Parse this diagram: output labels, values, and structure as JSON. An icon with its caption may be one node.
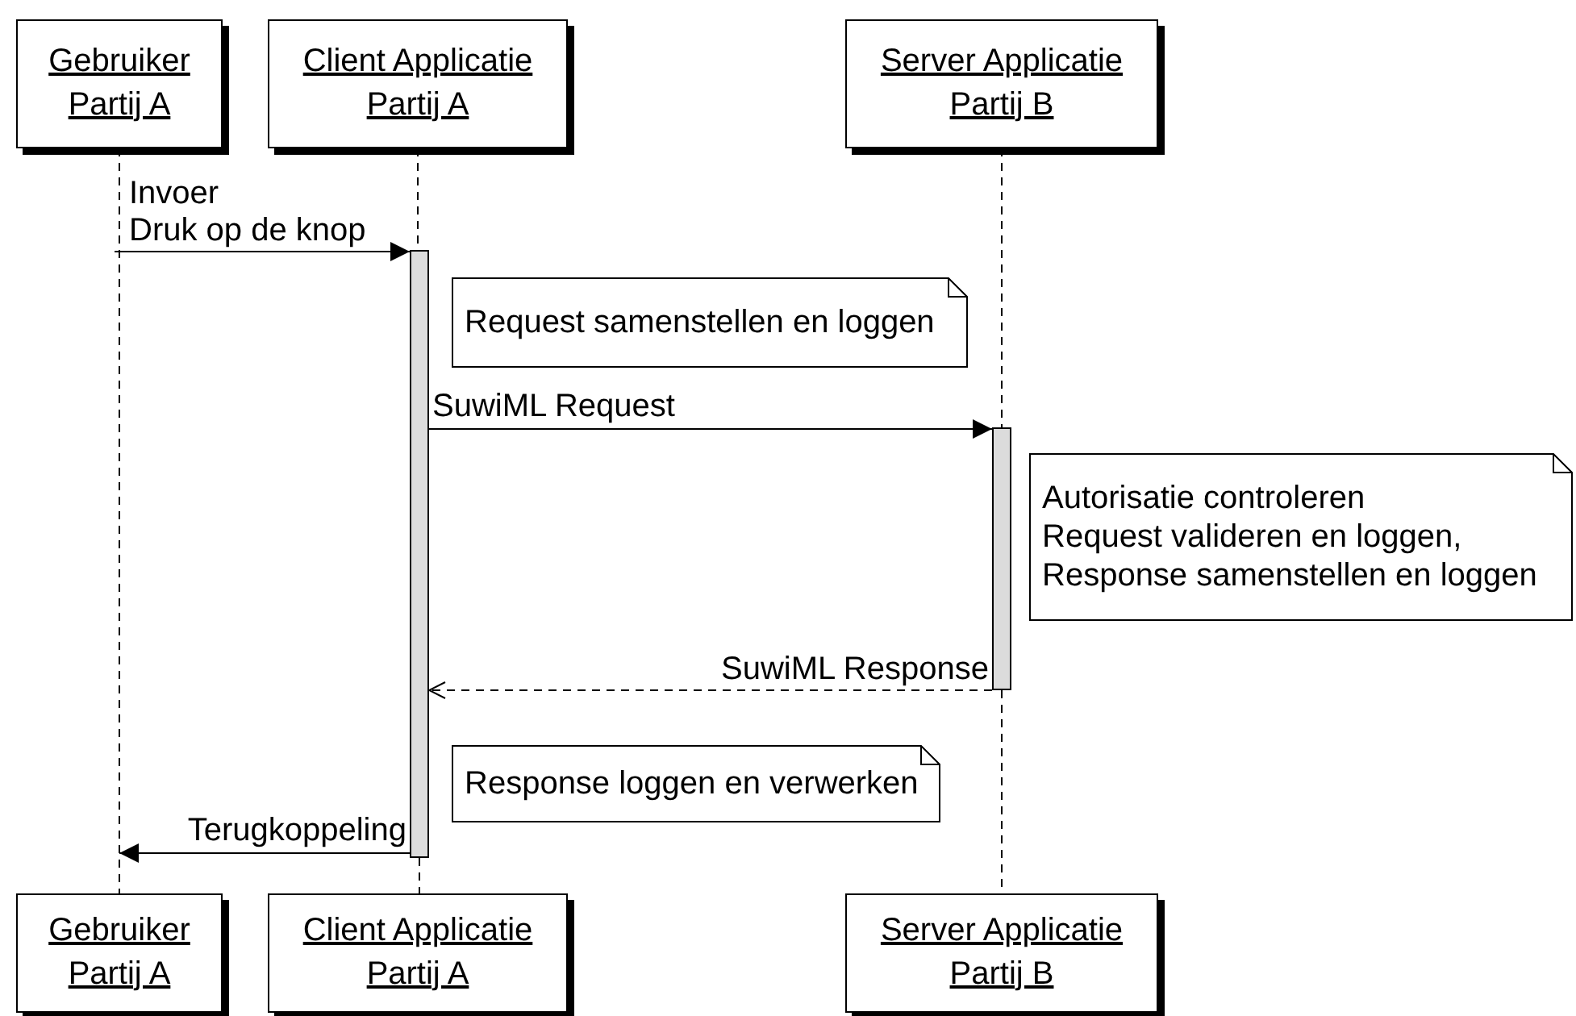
{
  "diagram": {
    "nodes": [
      {
        "text": [
          "Gebruiker Partij A"
        ]
      },
      {
        "text": [
          "Client Applicatie Partij A"
        ]
      },
      {
        "text": [
          "Server Applicatie Partij B"
        ]
      },
      {
        "text": [],
        "shape": "bar"
      },
      {
        "text": [
          "Request samenstellen en loggen"
        ]
      },
      {
        "text": [],
        "shape": "bar"
      },
      {
        "text": [
          "Autorisatie controleren",
          "Request valideren en loggen,",
          "Response samenstellen en loggen"
        ]
      },
      {
        "text": [
          "Response loggen en verwerken"
        ]
      },
      {
        "text": [
          "Gebruiker Partij A"
        ]
      },
      {
        "text": [
          "Client Applicatie Partij A"
        ]
      },
      {
        "text": [
          "Server Applicatie Partij B"
        ]
      }
    ],
    "edges": [
      {
        "from": 0,
        "to": 8,
        "arrow": "none",
        "style": "dashed"
      },
      {
        "from": 1,
        "to": 3,
        "arrow": "none",
        "style": "dashed"
      },
      {
        "from": 3,
        "to": 9,
        "arrow": "none",
        "style": "dashed"
      },
      {
        "from": 2,
        "to": 5,
        "arrow": "none",
        "style": "dashed"
      },
      {
        "from": 5,
        "to": 10,
        "arrow": "none",
        "style": "dashed"
      },
      {
        "from": null,
        "to": 3,
        "arrow": "to",
        "label": "Druk op de knop"
      },
      {
        "from": 3,
        "to": 5,
        "arrow": "to",
        "label": "SuwiML Request"
      },
      {
        "from": 5,
        "to": 3,
        "arrow": "to",
        "label": "SuwiML Response",
        "style": "dashed"
      },
      {
        "from": 3,
        "to": 8,
        "arrow": "to",
        "label": "Terugkoppeling"
      }
    ],
    "labels": [
      "Invoer"
    ]
  }
}
